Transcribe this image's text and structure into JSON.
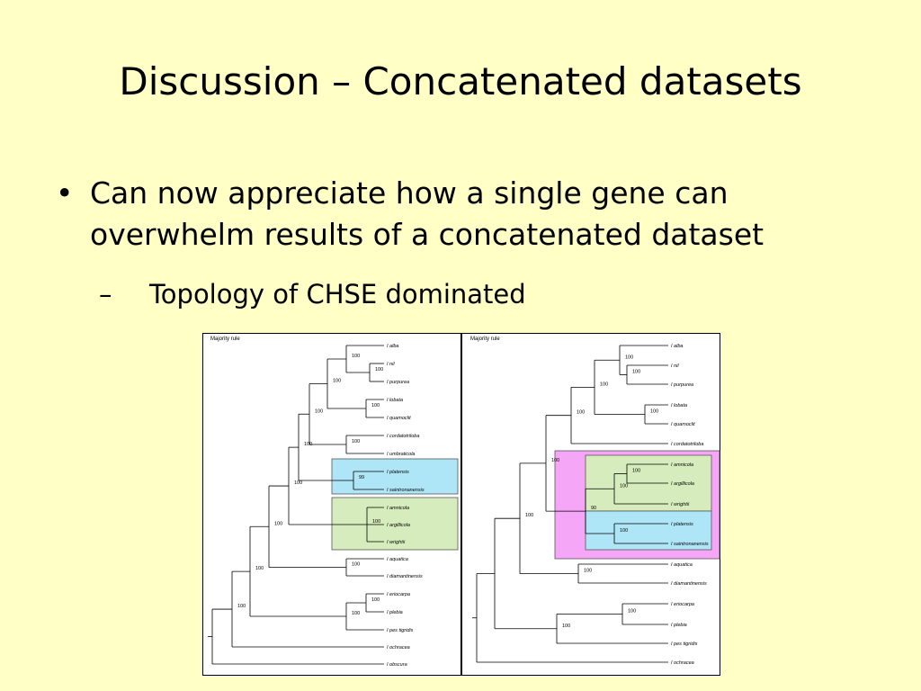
{
  "slide": {
    "title": "Discussion – Concatenated datasets",
    "bullet_marker": "•",
    "bullet": "Can now appreciate how a single gene can overwhelm results of a concatenated dataset",
    "sub_marker": "–",
    "sub_bullet": "Topology of CHSE dominated"
  },
  "trees": {
    "left": {
      "title": "Majority rule",
      "taxa": [
        "I alba",
        "I nil",
        "I purpurea",
        "I lobata",
        "I quamoclit",
        "I cordatotriloba",
        "I umbraticola",
        "I platensis",
        "I saintronanensis",
        "I amnicola",
        "I argillicola",
        "I wrightii",
        "I aquatica",
        "I diamantinensis",
        "I eriocarpa",
        "I plebia",
        "I pes tigridis",
        "I ochracea",
        "I obscura"
      ],
      "support": [
        "100",
        "100",
        "100",
        "100",
        "100",
        "100",
        "99",
        "100",
        "100",
        "100",
        "100",
        "100",
        "100",
        "100",
        "100",
        "100"
      ]
    },
    "right": {
      "title": "Majority rule",
      "taxa": [
        "I alba",
        "I nil",
        "I purpurea",
        "I lobata",
        "I quamoclit",
        "I cordatotriloba",
        "I amnicola",
        "I argillicola",
        "I wrightii",
        "I platensis",
        "I saintronanensis",
        "I aquatica",
        "I diamantinensis",
        "I eriocarpa",
        "I plebia",
        "I pes tigridis",
        "I ochracea"
      ],
      "support": [
        "100",
        "100",
        "100",
        "100",
        "100",
        "100",
        "100",
        "100",
        "90",
        "100",
        "100",
        "100",
        "100",
        "100"
      ]
    }
  },
  "colors": {
    "background": "#ffffc6",
    "highlight_blue": "#aee6f7",
    "highlight_green": "#d6ecbc",
    "highlight_pink": "#f6a6f6"
  }
}
